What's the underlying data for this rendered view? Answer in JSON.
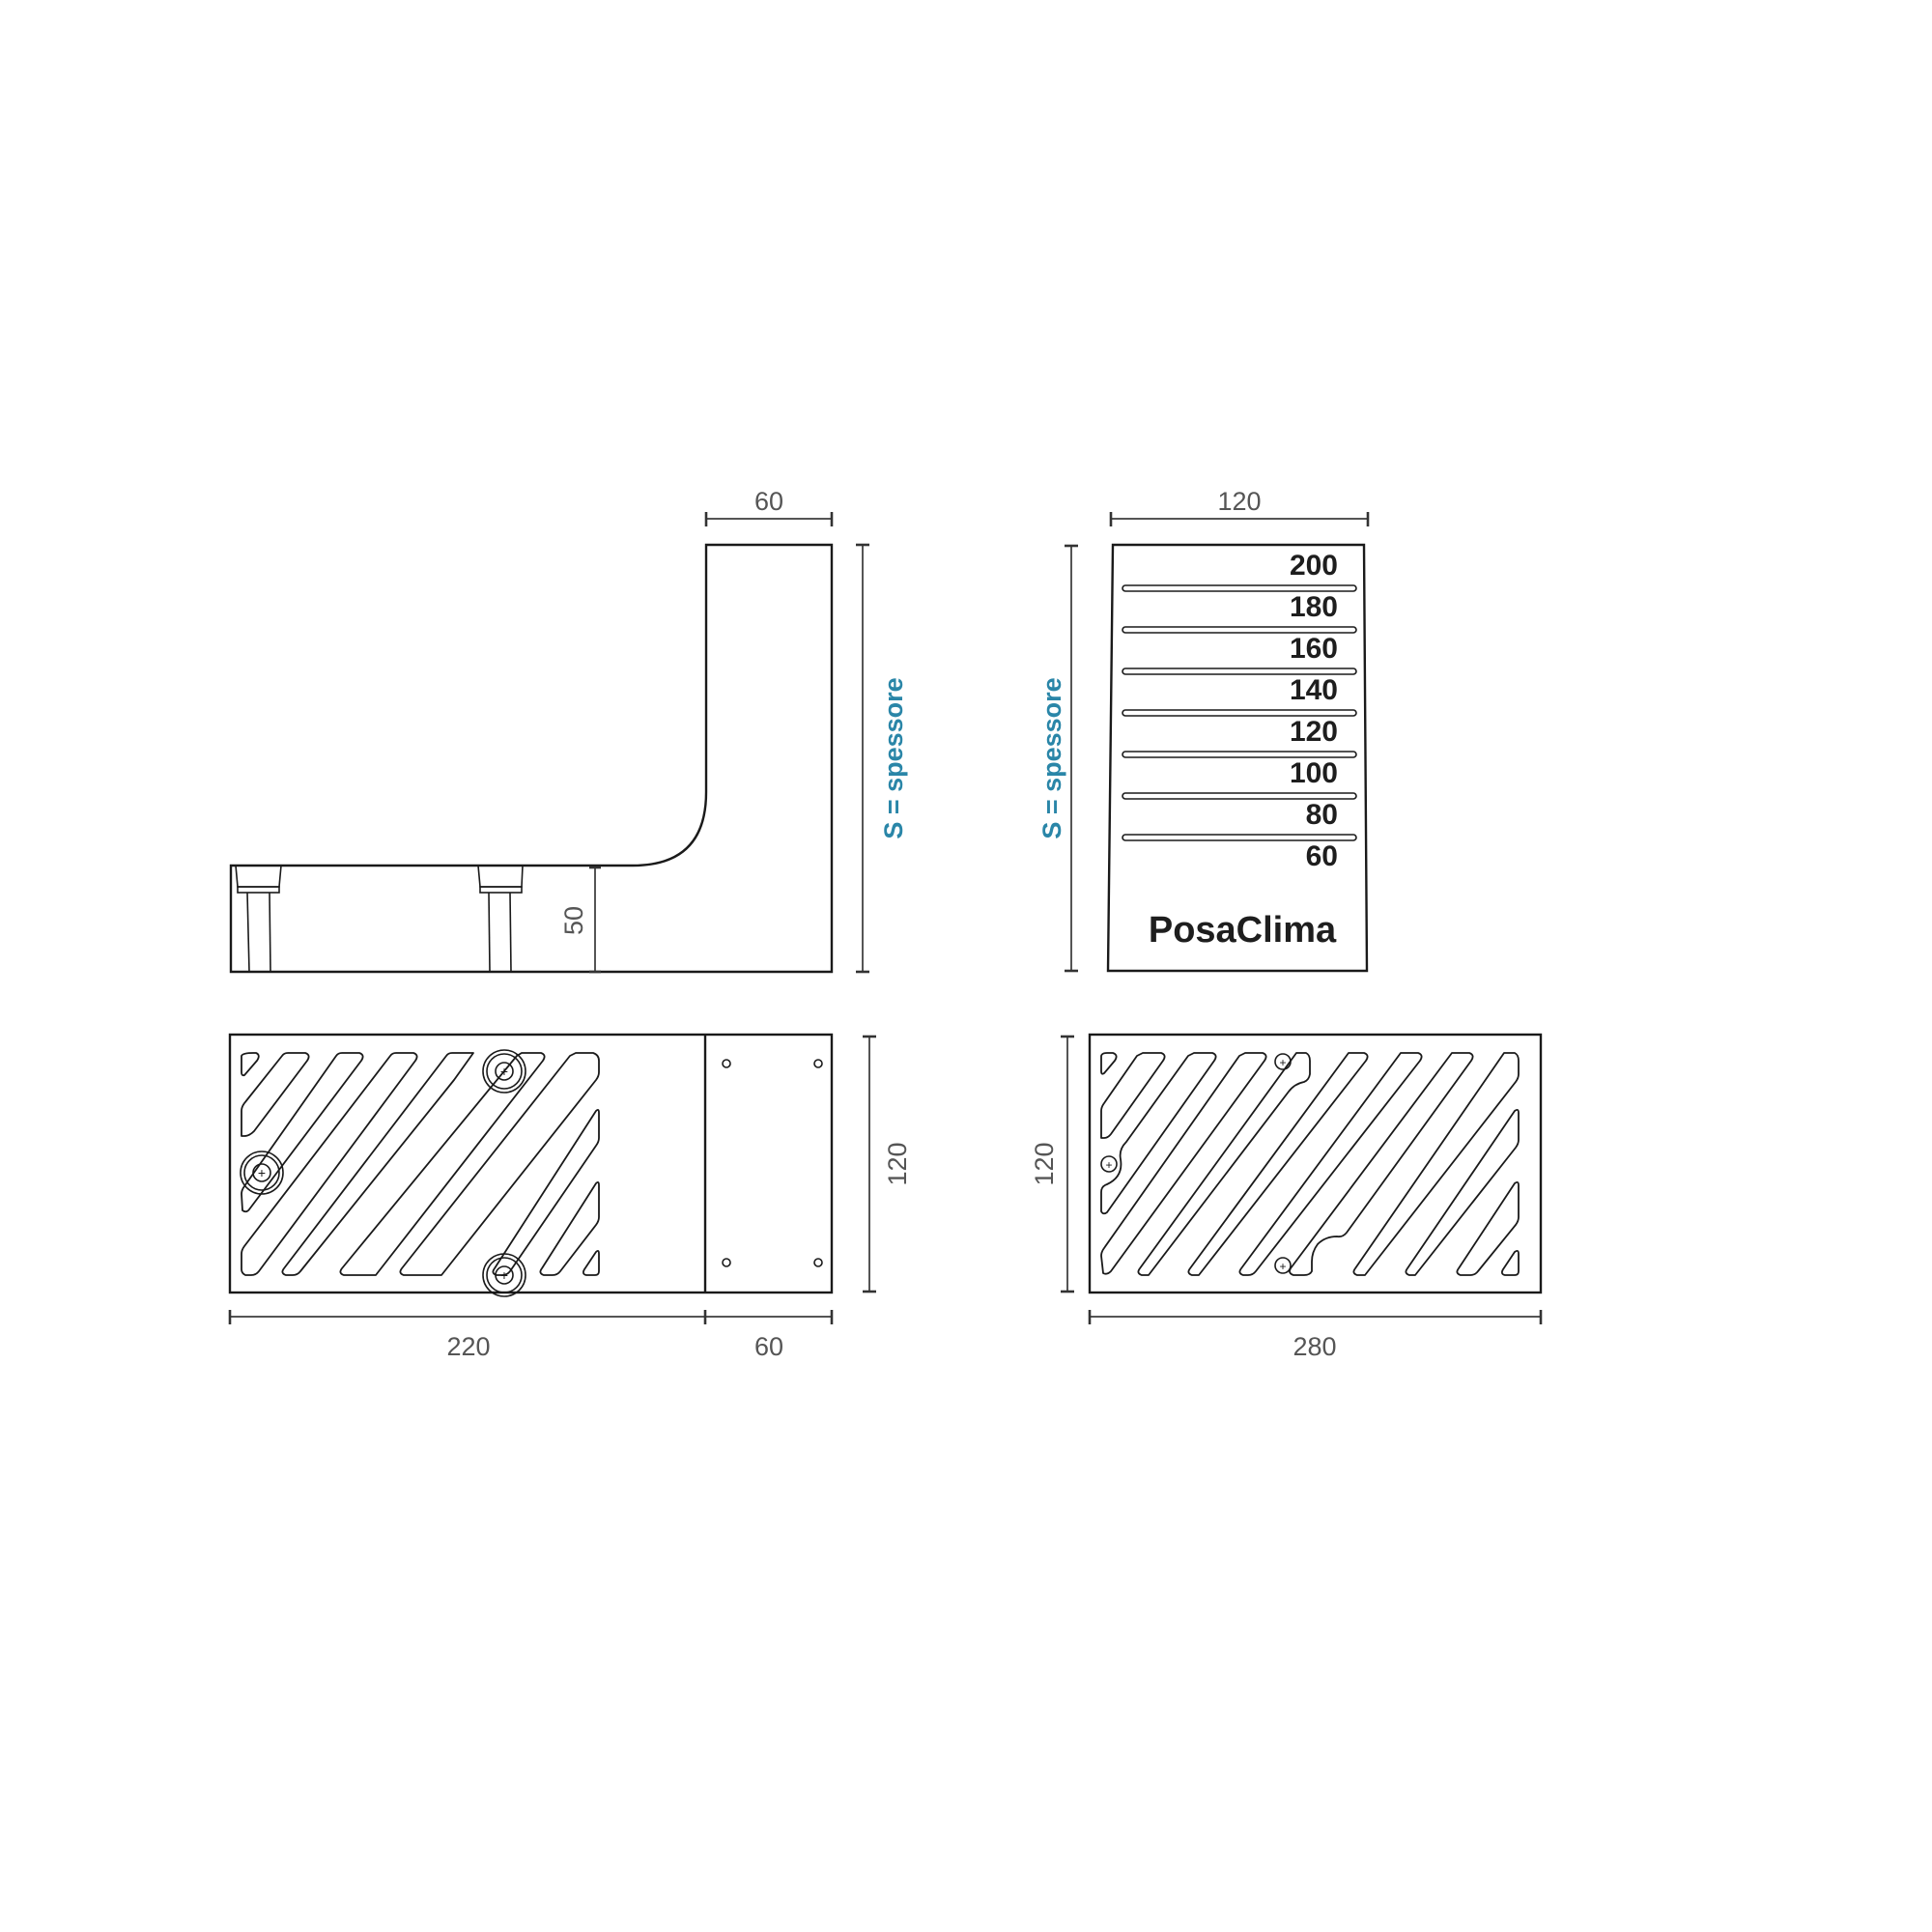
{
  "colors": {
    "line": "#1a1a1a",
    "dimension": "#555555",
    "accent_blue": "#2a86a8"
  },
  "side_view": {
    "top_width_label": "60",
    "height_label": "S = spessore",
    "base_height_label": "50"
  },
  "front_view": {
    "width_label": "120",
    "height_label": "S = spessore",
    "scale_marks": [
      "200",
      "180",
      "160",
      "140",
      "120",
      "100",
      "80",
      "60"
    ],
    "brand": "PosaClima"
  },
  "plan_view_left": {
    "depth_label": "120",
    "length_label_1": "220",
    "length_label_2": "60"
  },
  "plan_view_right": {
    "depth_label": "120",
    "length_label": "280"
  }
}
